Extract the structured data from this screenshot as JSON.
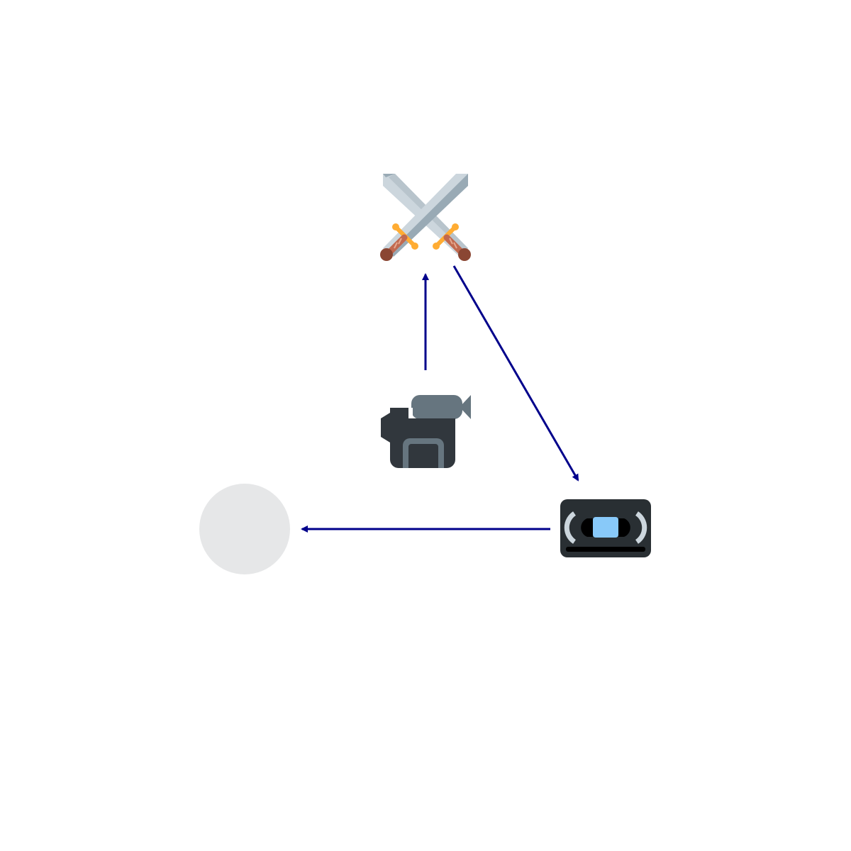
{
  "diagram": {
    "nodes": [
      {
        "id": "swords",
        "icon": "crossed-swords-icon"
      },
      {
        "id": "camera",
        "icon": "video-camera-icon"
      },
      {
        "id": "cassette",
        "icon": "videocassette-icon"
      },
      {
        "id": "circle",
        "icon": "empty-circle-node"
      }
    ],
    "edges": [
      {
        "from": "camera",
        "to": "swords"
      },
      {
        "from": "swords",
        "to": "cassette"
      },
      {
        "from": "cassette",
        "to": "circle"
      }
    ],
    "colors": {
      "edge": "#00008b",
      "empty_node": "#e6e7e8",
      "camera_dark": "#31373d",
      "camera_light": "#66757f",
      "blade_light": "#ccd6dd",
      "blade_dark": "#99aab5",
      "hilt": "#ffac33",
      "grip": "#c1694f",
      "pommel": "#8a4633",
      "cassette_body": "#292f33",
      "cassette_window": "#88c9f9",
      "cassette_reel": "#ccd6dd"
    }
  }
}
